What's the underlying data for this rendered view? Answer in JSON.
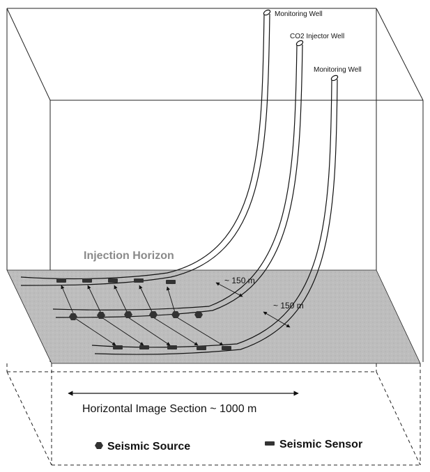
{
  "labels": {
    "monitoring_well_1": "Monitoring Well",
    "injector_well": "CO2 Injector Well",
    "monitoring_well_2": "Monitoring Well",
    "injection_horizon": "Injection Horizon",
    "spacing_upper": "~ 150 m",
    "spacing_lower": "~ 150 m",
    "horizontal_section": "Horizontal Image Section ~ 1000 m",
    "legend_source": "Seismic Source",
    "legend_sensor": "Seismic Sensor"
  },
  "colors": {
    "horizon_fill": "#bdbdbd",
    "line": "#111111",
    "marker": "#333333"
  }
}
